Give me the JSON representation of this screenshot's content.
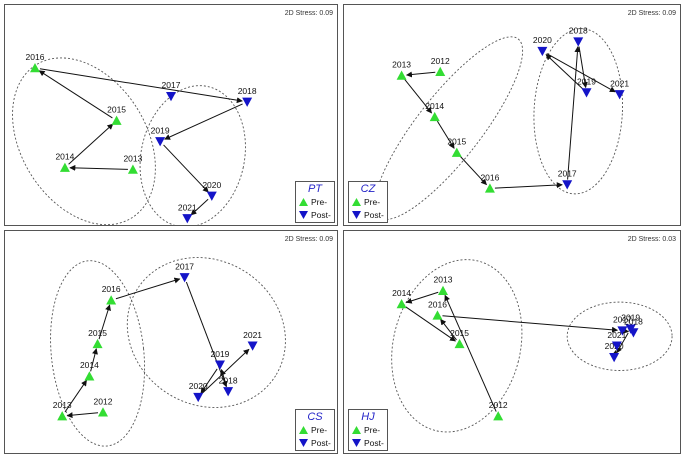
{
  "colors": {
    "pre": "#33dd33",
    "post": "#1414c8",
    "ellipse": "#555555",
    "arrow": "#111111",
    "code": "#2424c8"
  },
  "legend_labels": {
    "pre": "Pre-",
    "post": "Post-"
  },
  "chart_data": [
    {
      "type": "scatter",
      "code": "PT",
      "stress_label": "2D Stress: 0.09",
      "points": [
        {
          "year": "2013",
          "group": "pre",
          "x": 0.36,
          "y": 0.21
        },
        {
          "year": "2014",
          "group": "pre",
          "x": 0.11,
          "y": 0.22
        },
        {
          "year": "2015",
          "group": "pre",
          "x": 0.3,
          "y": 0.47
        },
        {
          "year": "2016",
          "group": "pre",
          "x": 0.0,
          "y": 0.75
        },
        {
          "year": "2017",
          "group": "post",
          "x": 0.5,
          "y": 0.6
        },
        {
          "year": "2018",
          "group": "post",
          "x": 0.78,
          "y": 0.57
        },
        {
          "year": "2019",
          "group": "post",
          "x": 0.46,
          "y": 0.36
        },
        {
          "year": "2020",
          "group": "post",
          "x": 0.65,
          "y": 0.07
        },
        {
          "year": "2021",
          "group": "post",
          "x": 0.56,
          "y": -0.05
        }
      ],
      "path": [
        "2013",
        "2014",
        "2015",
        "2016",
        "2018",
        "2019",
        "2020",
        "2021"
      ],
      "ellipses": [
        {
          "cx": 0.18,
          "cy": 0.36,
          "rx": 0.23,
          "ry": 0.48,
          "angle": 32
        },
        {
          "cx": 0.58,
          "cy": 0.28,
          "rx": 0.19,
          "ry": 0.38,
          "angle": -12
        }
      ]
    },
    {
      "type": "scatter",
      "code": "CZ",
      "stress_label": "2D Stress: 0.09",
      "points": [
        {
          "year": "2012",
          "group": "pre",
          "x": 0.24,
          "y": 0.73
        },
        {
          "year": "2013",
          "group": "pre",
          "x": 0.1,
          "y": 0.71
        },
        {
          "year": "2014",
          "group": "pre",
          "x": 0.22,
          "y": 0.49
        },
        {
          "year": "2015",
          "group": "pre",
          "x": 0.3,
          "y": 0.3
        },
        {
          "year": "2016",
          "group": "pre",
          "x": 0.42,
          "y": 0.11
        },
        {
          "year": "2017",
          "group": "post",
          "x": 0.7,
          "y": 0.13
        },
        {
          "year": "2018",
          "group": "post",
          "x": 0.74,
          "y": 0.89
        },
        {
          "year": "2019",
          "group": "post",
          "x": 0.77,
          "y": 0.62
        },
        {
          "year": "2020",
          "group": "post",
          "x": 0.61,
          "y": 0.84
        },
        {
          "year": "2021",
          "group": "post",
          "x": 0.89,
          "y": 0.61
        }
      ],
      "path": [
        "2012",
        "2013",
        "2014",
        "2015",
        "2016",
        "2017",
        "2018",
        "2019",
        "2020",
        "2021"
      ],
      "ellipses": [
        {
          "cx": 0.27,
          "cy": 0.43,
          "rx": 0.41,
          "ry": 0.17,
          "angle": 52
        },
        {
          "cx": 0.74,
          "cy": 0.52,
          "rx": 0.16,
          "ry": 0.44,
          "angle": -3
        }
      ]
    },
    {
      "type": "scatter",
      "code": "CS",
      "stress_label": "2D Stress: 0.09",
      "points": [
        {
          "year": "2012",
          "group": "pre",
          "x": 0.25,
          "y": 0.13
        },
        {
          "year": "2013",
          "group": "pre",
          "x": 0.1,
          "y": 0.11
        },
        {
          "year": "2014",
          "group": "pre",
          "x": 0.2,
          "y": 0.32
        },
        {
          "year": "2015",
          "group": "pre",
          "x": 0.23,
          "y": 0.49
        },
        {
          "year": "2016",
          "group": "pre",
          "x": 0.28,
          "y": 0.72
        },
        {
          "year": "2017",
          "group": "post",
          "x": 0.55,
          "y": 0.84
        },
        {
          "year": "2018",
          "group": "post",
          "x": 0.71,
          "y": 0.24
        },
        {
          "year": "2019",
          "group": "post",
          "x": 0.68,
          "y": 0.38
        },
        {
          "year": "2020",
          "group": "post",
          "x": 0.6,
          "y": 0.21
        },
        {
          "year": "2021",
          "group": "post",
          "x": 0.8,
          "y": 0.48
        }
      ],
      "path": [
        "2012",
        "2013",
        "2014",
        "2015",
        "2016",
        "2017",
        "2018",
        "2019",
        "2020",
        "2021"
      ],
      "ellipses": [
        {
          "cx": 0.23,
          "cy": 0.44,
          "rx": 0.17,
          "ry": 0.49,
          "angle": 6
        },
        {
          "cx": 0.63,
          "cy": 0.55,
          "rx": 0.3,
          "ry": 0.38,
          "angle": -32
        }
      ]
    },
    {
      "type": "scatter",
      "code": "HJ",
      "stress_label": "2D Stress: 0.03",
      "points": [
        {
          "year": "2012",
          "group": "pre",
          "x": 0.45,
          "y": 0.11
        },
        {
          "year": "2013",
          "group": "pre",
          "x": 0.25,
          "y": 0.77
        },
        {
          "year": "2014",
          "group": "pre",
          "x": 0.1,
          "y": 0.7
        },
        {
          "year": "2015",
          "group": "pre",
          "x": 0.31,
          "y": 0.49
        },
        {
          "year": "2016",
          "group": "pre",
          "x": 0.23,
          "y": 0.64
        },
        {
          "year": "2017",
          "group": "post",
          "x": 0.9,
          "y": 0.56
        },
        {
          "year": "2018",
          "group": "post",
          "x": 0.94,
          "y": 0.55
        },
        {
          "year": "2019",
          "group": "post",
          "x": 0.93,
          "y": 0.57
        },
        {
          "year": "2020",
          "group": "post",
          "x": 0.87,
          "y": 0.42
        },
        {
          "year": "2021",
          "group": "post",
          "x": 0.88,
          "y": 0.48
        }
      ],
      "path": [
        "2012",
        "2013",
        "2014",
        "2015",
        "2016",
        "2017",
        "2018",
        "2019",
        "2020",
        "2021"
      ],
      "ellipses": [
        {
          "cx": 0.3,
          "cy": 0.48,
          "rx": 0.23,
          "ry": 0.46,
          "angle": -14
        },
        {
          "cx": 0.89,
          "cy": 0.53,
          "rx": 0.19,
          "ry": 0.18,
          "angle": 0
        }
      ]
    }
  ]
}
